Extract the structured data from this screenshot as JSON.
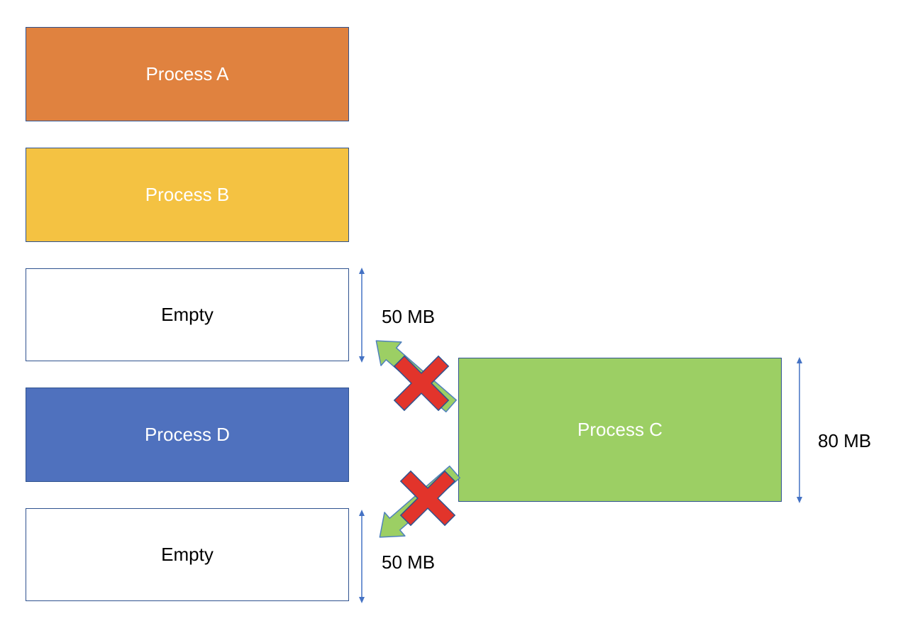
{
  "colors": {
    "process_a": "#e0823f",
    "process_b": "#f4c242",
    "process_c": "#9ccf64",
    "process_d": "#4f71be",
    "empty": "#ffffff",
    "block_border": "#2f528f",
    "measure_line": "#4472c4",
    "arrow_fill": "#9ccf64",
    "arrow_stroke": "#4f81bd",
    "cross_fill": "#e2342b",
    "cross_stroke": "#2f528f",
    "light_text": "#ffffff",
    "dark_text": "#000000"
  },
  "blocks": {
    "process_a": "Process A",
    "process_b": "Process B",
    "empty_top": "Empty",
    "process_d": "Process D",
    "empty_bottom": "Empty",
    "process_c": "Process C"
  },
  "sizes": {
    "empty_top": "50 MB",
    "empty_bottom": "50 MB",
    "process_c": "80 MB"
  },
  "icons": {
    "arrow": "arrow-up-left-icon",
    "arrow_down": "arrow-down-left-icon",
    "cross": "cross-icon"
  }
}
